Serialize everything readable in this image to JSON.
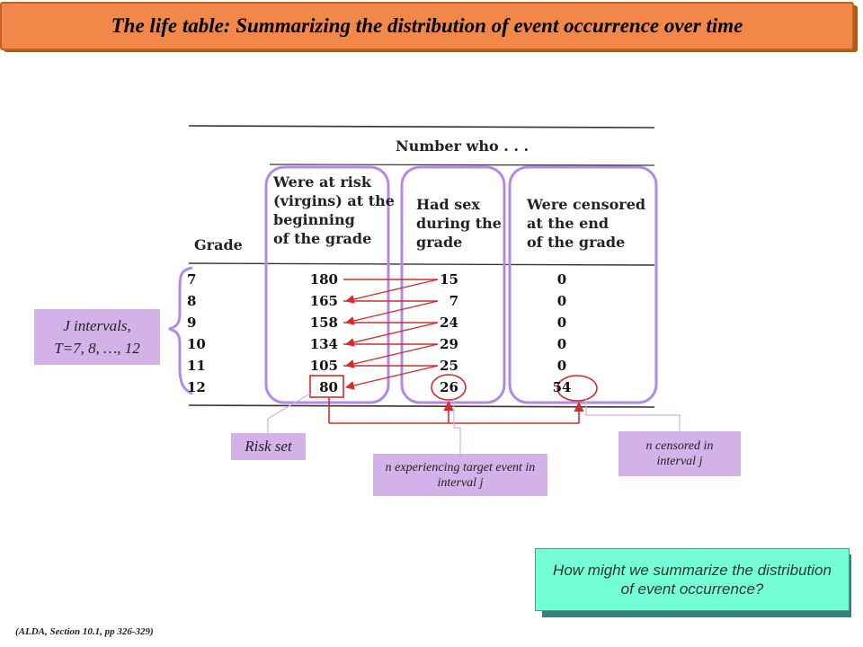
{
  "title": "The life table: Summarizing the distribution of event occurrence over time",
  "table": {
    "header_top": "Number who . . .",
    "grade_header": "Grade",
    "risk_header": [
      "Were at risk",
      "(virgins) at the",
      "beginning",
      "of the grade"
    ],
    "event_header": [
      "Had sex",
      "during the",
      "grade"
    ],
    "censored_header": [
      "Were censored",
      "at the end",
      "of the grade"
    ],
    "rows": [
      {
        "grade": "7",
        "at_risk": "180",
        "events": "15",
        "censored": "0"
      },
      {
        "grade": "8",
        "at_risk": "165",
        "events": "7",
        "censored": "0"
      },
      {
        "grade": "9",
        "at_risk": "158",
        "events": "24",
        "censored": "0"
      },
      {
        "grade": "10",
        "at_risk": "134",
        "events": "29",
        "censored": "0"
      },
      {
        "grade": "11",
        "at_risk": "105",
        "events": "25",
        "censored": "0"
      },
      {
        "grade": "12",
        "at_risk": "80",
        "events": "26",
        "censored": "54"
      }
    ]
  },
  "callouts": {
    "j_intervals": [
      "J intervals,",
      "T=7, 8, …, 12"
    ],
    "risk_set": "Risk set",
    "n_events": "n experiencing target event in interval j",
    "n_censored": "n censored in interval j"
  },
  "question": "How might we summarize the distribution of event occurrence?",
  "citation": "(ALDA, Section 10.1, pp 326-329)",
  "colors": {
    "title_bg": "#f2874a",
    "title_shadow": "#b55a00",
    "highlight": "#b28ae6",
    "arrow": "#d62a2a",
    "connector": "#cbb4ec",
    "callout_bg": "#d3b1e9",
    "question_bg": "#74ffd6"
  }
}
